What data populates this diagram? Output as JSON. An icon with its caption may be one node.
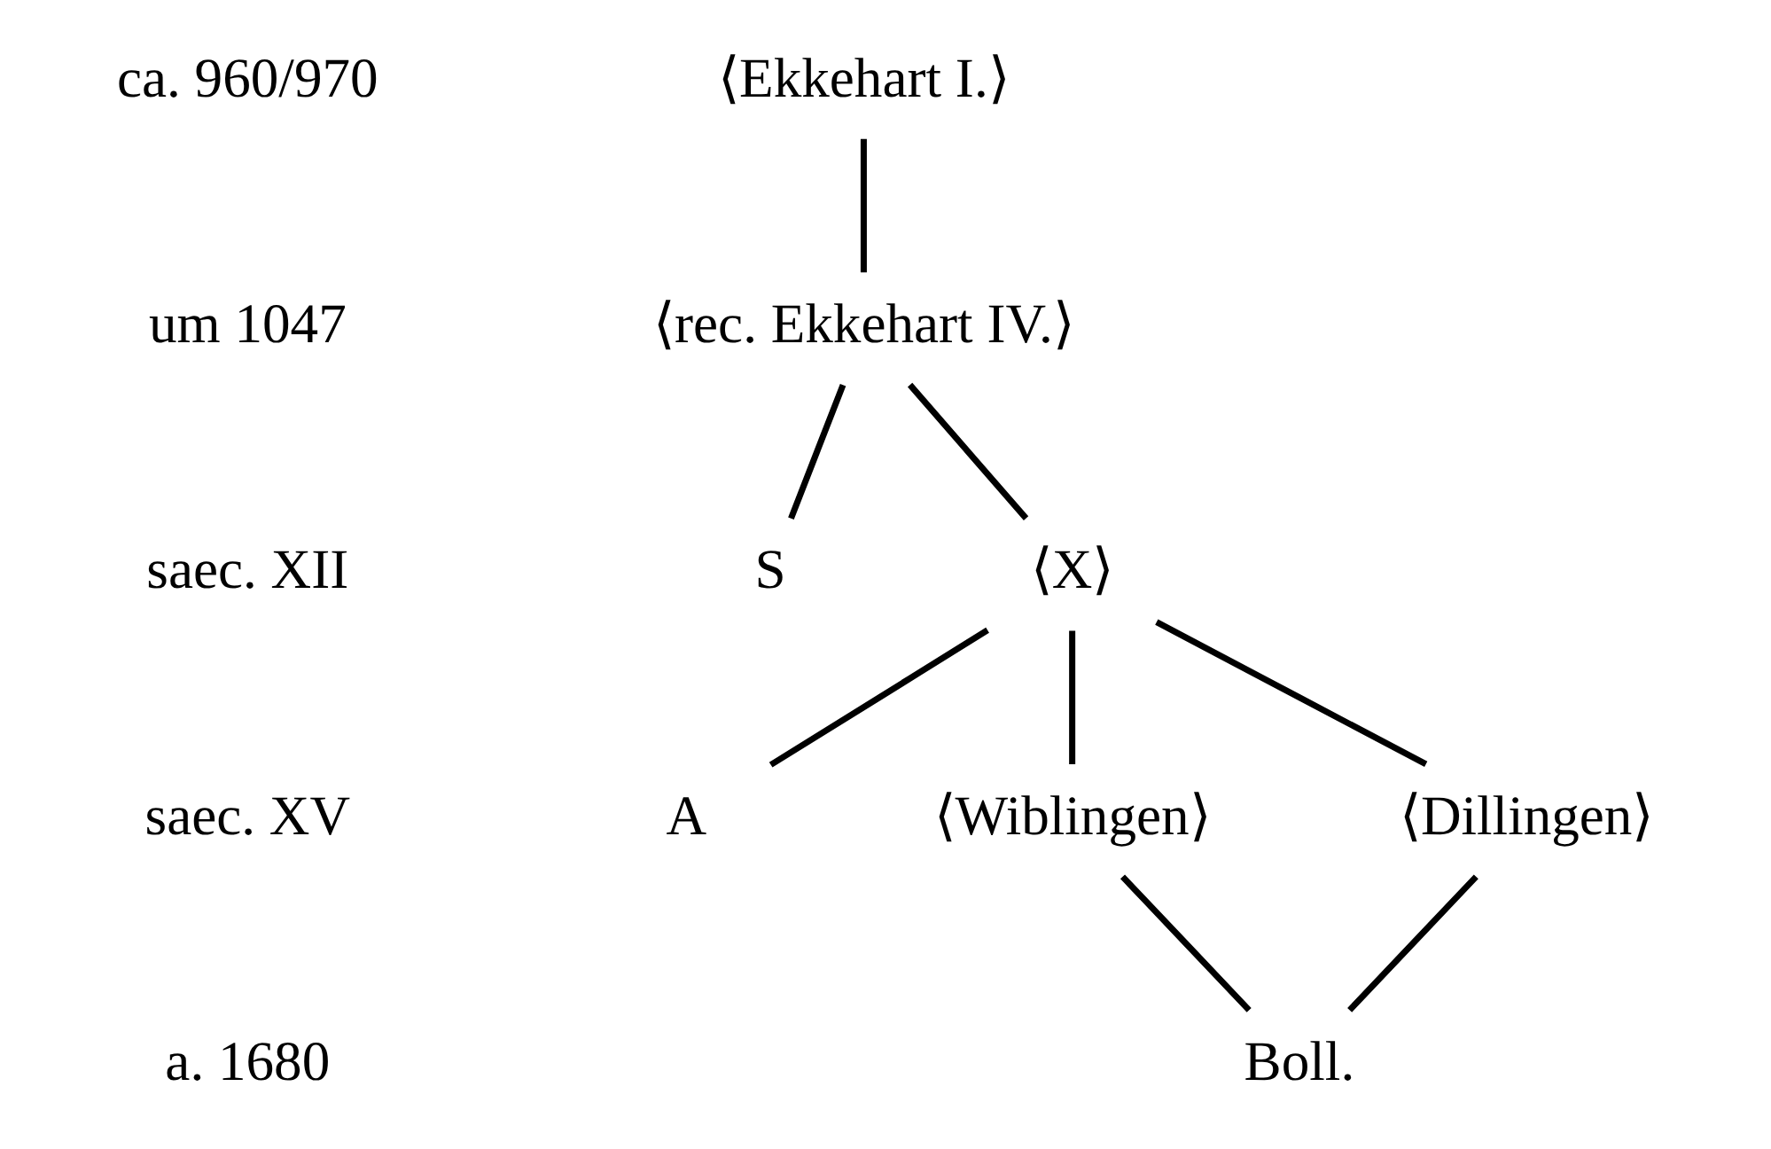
{
  "diagram": {
    "nodes": [
      {
        "text": [
          "⟨Ekkehart I.⟩"
        ]
      },
      {
        "text": [
          "⟨rec. Ekkehart IV.⟩"
        ]
      },
      {
        "text": [
          "S"
        ]
      },
      {
        "text": [
          "⟨X⟩"
        ]
      },
      {
        "text": [
          "A"
        ]
      },
      {
        "text": [
          "⟨Wiblingen⟩"
        ]
      },
      {
        "text": [
          "⟨Dillingen⟩"
        ]
      },
      {
        "text": [
          "Boll."
        ]
      }
    ],
    "edges": [
      {
        "from": 0,
        "to": 1,
        "arrow": "none"
      },
      {
        "from": 1,
        "to": 2,
        "arrow": "none"
      },
      {
        "from": 1,
        "to": 3,
        "arrow": "none"
      },
      {
        "from": 3,
        "to": 4,
        "arrow": "none"
      },
      {
        "from": 3,
        "to": 5,
        "arrow": "none"
      },
      {
        "from": 3,
        "to": 6,
        "arrow": "none"
      },
      {
        "from": 5,
        "to": 7,
        "arrow": "none"
      },
      {
        "from": 6,
        "to": 7,
        "arrow": "none"
      }
    ],
    "labels": [
      "ca. 960/970",
      "um 1047",
      "saec. XII",
      "saec. XV",
      "a. 1680"
    ]
  }
}
